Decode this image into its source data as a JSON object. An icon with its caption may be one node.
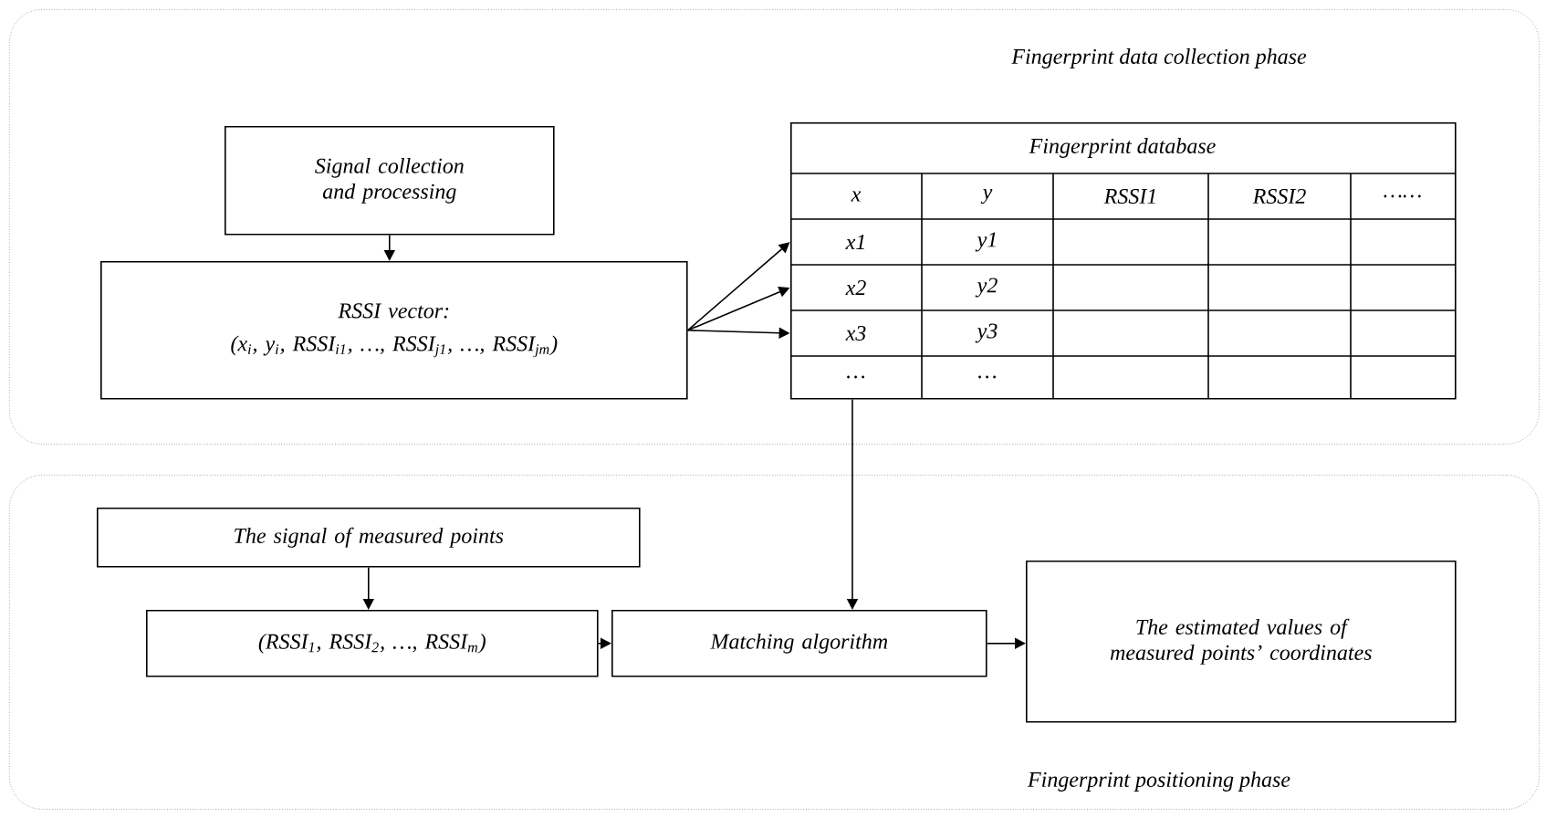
{
  "diagram": {
    "nodes": [
      {
        "text": [
          "Fingerprint data collection phase"
        ]
      },
      {
        "text": [
          "Signal collection and processing"
        ],
        "in": 0
      },
      {
        "text": [
          "RSSI vector:",
          "(x$_{i}$, y$_{i}$, RSSI$_{i1}$, …, RSSI$_{j1}$, …, RSSI$_{jm}$)"
        ],
        "in": 0
      },
      {
        "text": [
          "Fingerprint database"
        ],
        "in": 0
      },
      {
        "text": [
          "x1"
        ],
        "in": 3
      },
      {
        "text": [
          "x2"
        ],
        "in": 3
      },
      {
        "text": [
          "x3"
        ],
        "in": 3
      },
      {
        "text": [
          "Fingerprint positioning phase"
        ]
      },
      {
        "text": [
          "The signal of measured points"
        ],
        "in": 7
      },
      {
        "text": [
          "(RSSI$_{1}$, RSSI$_{2}$, …, RSSI$_{m}$)"
        ],
        "in": 7
      },
      {
        "text": [
          "Matching algorithm"
        ],
        "in": 7
      },
      {
        "text": [
          "The estimated values of measured points’ coordinates"
        ],
        "in": 7
      }
    ],
    "edges": [
      {
        "from": 1,
        "to": 2,
        "arrow": "to"
      },
      {
        "from": 2,
        "to": 4,
        "arrow": "to"
      },
      {
        "from": 2,
        "to": 5,
        "arrow": "to"
      },
      {
        "from": 2,
        "to": 6,
        "arrow": "to"
      },
      {
        "from": 3,
        "to": 10,
        "arrow": "to"
      },
      {
        "from": 8,
        "to": 9,
        "arrow": "to"
      },
      {
        "from": 9,
        "to": 10,
        "arrow": "to"
      },
      {
        "from": 10,
        "to": 11,
        "arrow": "to"
      }
    ],
    "labels": [
      "x",
      "y",
      "RSSI1",
      "RSSI2",
      "……",
      "y1",
      "y2",
      "y3",
      "…",
      "…"
    ]
  }
}
